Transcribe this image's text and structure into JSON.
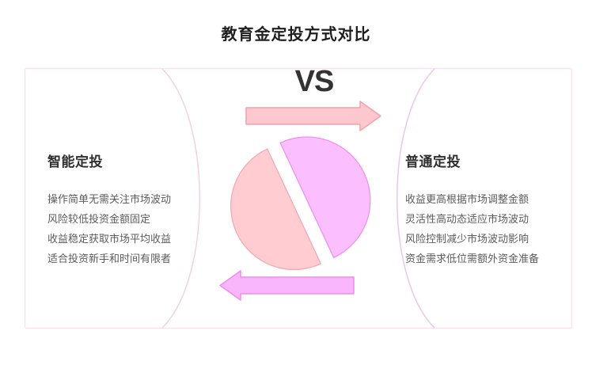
{
  "page": {
    "title": "教育金定投方式对比",
    "background_color": "#ffffff"
  },
  "center": {
    "vs_label": "VS",
    "vs_color": "#333333",
    "top_arrow": {
      "name": "right-arrow",
      "direction": "right",
      "fill": "#ffc8ce",
      "stroke": "#f4a0ac"
    },
    "bottom_arrow": {
      "name": "left-arrow",
      "direction": "left",
      "fill": "#f9b6fb",
      "stroke": "#ef8cf2"
    },
    "left_semicircle": {
      "fill": "#ffccd2",
      "stroke": "#f2a7af"
    },
    "right_semicircle": {
      "fill": "#fbbeff",
      "stroke": "#ef8cf2"
    }
  },
  "frame": {
    "border_color": "#f7e4ec",
    "left_arc_color": "#f6d6dc",
    "right_arc_color": "#edc8ee"
  },
  "panels": [
    {
      "id": "smart-plan",
      "heading": "智能定投",
      "items": [
        "操作简单无需关注市场波动",
        "风险较低投资金额固定",
        "收益稳定获取市场平均收益",
        "适合投资新手和时间有限者"
      ]
    },
    {
      "id": "regular-plan",
      "heading": "普通定投",
      "items": [
        "收益更高根据市场调整金额",
        "灵活性高动态适应市场波动",
        "风险控制减少市场波动影响",
        "资金需求低位需额外资金准备"
      ]
    }
  ]
}
